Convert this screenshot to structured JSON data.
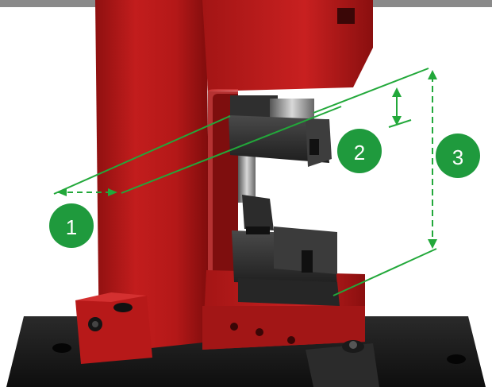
{
  "callouts": [
    {
      "id": "1",
      "label": "1"
    },
    {
      "id": "2",
      "label": "2"
    },
    {
      "id": "3",
      "label": "3"
    }
  ],
  "colors": {
    "callout_green": "#1f9a3d",
    "dimension_line": "#22a83a",
    "frame_red": "#b01818",
    "tooling_dark": "#2b2b2b",
    "base_black": "#1a1a1a"
  }
}
